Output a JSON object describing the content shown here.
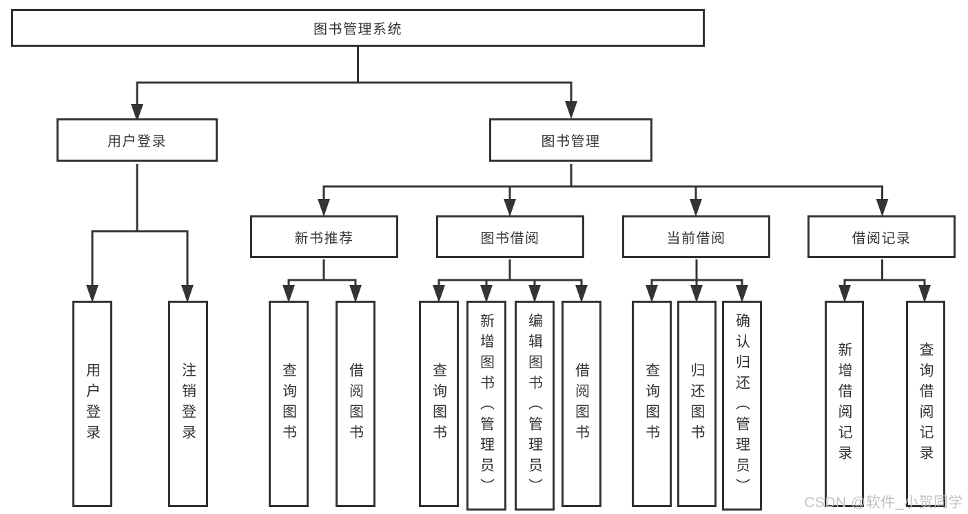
{
  "tree": {
    "label": "图书管理系统",
    "children": [
      {
        "label": "用户登录",
        "children": [
          {
            "label": "用户登录"
          },
          {
            "label": "注销登录"
          }
        ]
      },
      {
        "label": "图书管理",
        "children": [
          {
            "label": "新书推荐",
            "children": [
              {
                "label": "查询图书"
              },
              {
                "label": "借阅图书"
              }
            ]
          },
          {
            "label": "图书借阅",
            "children": [
              {
                "label": "查询图书"
              },
              {
                "label": "新增图书（管理员）"
              },
              {
                "label": "编辑图书（管理员）"
              },
              {
                "label": "借阅图书"
              }
            ]
          },
          {
            "label": "当前借阅",
            "children": [
              {
                "label": "查询图书"
              },
              {
                "label": "归还图书"
              },
              {
                "label": "确认归还（管理员）"
              }
            ]
          },
          {
            "label": "借阅记录",
            "children": [
              {
                "label": "新增借阅记录"
              },
              {
                "label": "查询借阅记录"
              }
            ]
          }
        ]
      }
    ]
  },
  "colors": {
    "line": "#343434",
    "border": "#323232",
    "text": "#333333",
    "watermark": "#c2c2c2"
  },
  "watermark": {
    "text": "CSDN @软件_小贺同学"
  }
}
